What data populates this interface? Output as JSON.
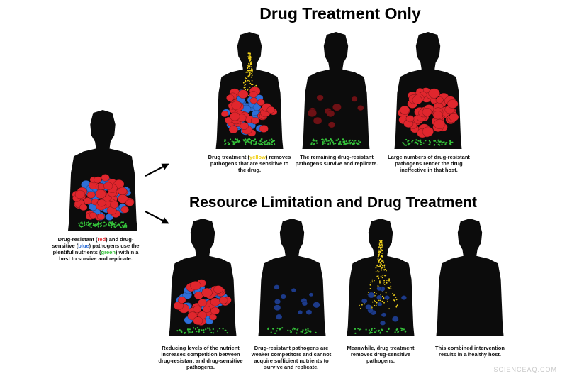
{
  "titles": {
    "top": "Drug Treatment Only",
    "bottom": "Resource Limitation and Drug Treatment"
  },
  "captions": {
    "initial": {
      "p1": "Drug-resistant (",
      "red": "red",
      "p2": ") and drug-sensitive (",
      "blue": "blue",
      "p3": ") pathogens use the plentiful nutrients (",
      "green": "green",
      "p4": ") within a host to survive and replicate."
    },
    "drug_only_1": {
      "p1": "Drug treatment (",
      "yellow": "yellow",
      "p2": ") removes pathogens that are sensitive to the drug."
    },
    "drug_only_2": "The remaining drug-resistant pathogens survive and replicate.",
    "drug_only_3": "Large numbers of drug-resistant pathogens render the drug ineffective in that host.",
    "combined_1": "Reducing levels of the nutrient increases competition between drug-resistant and drug-sensitive pathogens.",
    "combined_2": "Drug-resistant pathogens are weaker competitors and cannot acquire sufficient nutrients to survive and replicate.",
    "combined_3": "Meanwhile, drug treatment removes drug-sensitive pathogens.",
    "combined_4": "This combined intervention results in a healthy host."
  },
  "watermark": "SCIENCEAQ.COM",
  "colors": {
    "silhouette": "#0c0c0c",
    "drug_resistant": "#e0262d",
    "drug_sensitive": "#2e6fd8",
    "nutrient": "#35c23a",
    "drug": "#f2d21b"
  }
}
